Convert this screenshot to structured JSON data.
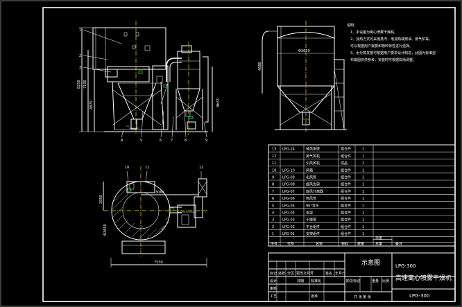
{
  "views": {
    "front": {
      "callouts": [
        "1",
        "2",
        "3",
        "4",
        "5",
        "6",
        "7",
        "8",
        "9"
      ],
      "dims": [
        "8250",
        "7100",
        "4870",
        "2246"
      ]
    },
    "side": {
      "dims": [
        "Φ3650",
        "4880"
      ]
    },
    "plan": {
      "callouts": [
        "10",
        "11",
        "12"
      ],
      "dims": [
        "3060",
        "2950",
        "Φ3650",
        "7530"
      ]
    }
  },
  "notes": [
    "说明：",
    "1、本设备为离心喷雾干燥机。",
    "2、加热方式可采用蒸汽、电加热或燃油、燃气炉等，",
    "可以根据用户需要和物料特性进行选择。",
    "3、水分蒸发量可根据用户要求设计制造，此图为标准型",
    "布置图仅供参考，安装时可根据现场调整。"
  ],
  "bom": {
    "rows": [
      {
        "no": "13",
        "code": "LPG-14",
        "name": "排风系统",
        "mat": "组合件",
        "qty": "1"
      },
      {
        "no": "12",
        "code": "",
        "name": "排气风机",
        "mat": "组合件",
        "qty": "1"
      },
      {
        "no": "11",
        "code": "",
        "name": "引风风机",
        "mat": "成品",
        "qty": "1"
      },
      {
        "no": "10",
        "code": "LPG-10",
        "name": "风箱",
        "mat": "组合件",
        "qty": "1"
      },
      {
        "no": "9",
        "code": "LPG-09",
        "name": "出风管",
        "mat": "组合件",
        "qty": "1"
      },
      {
        "no": "8",
        "code": "LPG-08",
        "name": "旋风支架",
        "mat": "组合件",
        "qty": "1"
      },
      {
        "no": "7",
        "code": "LPG-07",
        "name": "旋风分离器",
        "mat": "组合件",
        "qty": "1"
      },
      {
        "no": "6",
        "code": "LPG-06",
        "name": "热风管",
        "mat": "组合件",
        "qty": "1"
      },
      {
        "no": "5",
        "code": "LPG-05",
        "name": "90°弯头",
        "mat": "组合件",
        "qty": "1"
      },
      {
        "no": "4",
        "code": "LPG-04",
        "name": "支架",
        "mat": "组合件",
        "qty": "1"
      },
      {
        "no": "3",
        "code": "LPG-03",
        "name": "干燥塔",
        "mat": "组合件",
        "qty": "1"
      },
      {
        "no": "2",
        "code": "LPG-02",
        "name": "平台组件",
        "mat": "组合件",
        "qty": "1"
      },
      {
        "no": "1",
        "code": "LPG-01",
        "name": "支架组件",
        "mat": "组合件",
        "qty": "1"
      }
    ],
    "header": {
      "no": "序号",
      "code": "代号",
      "name": "名称",
      "mat": "材料",
      "qty": "数量",
      "unit_weight": "单重",
      "total_weight": "总重",
      "note": "备注"
    }
  },
  "title_block": {
    "drawing_type": "示意图",
    "model_top": "LPG-300",
    "product_name": "高速离心喷雾干燥机",
    "model_bottom": "LPG-300",
    "rev_labels": [
      "标记",
      "处数",
      "分区",
      "更改文件号",
      "签名",
      "年月日"
    ],
    "sign_labels": [
      "设计",
      "日期",
      "标准化",
      "审核",
      "工艺",
      "批准"
    ],
    "stage_labels": [
      "阶段标记",
      "重量",
      "比例"
    ],
    "sheet": "共 张 第 张"
  }
}
